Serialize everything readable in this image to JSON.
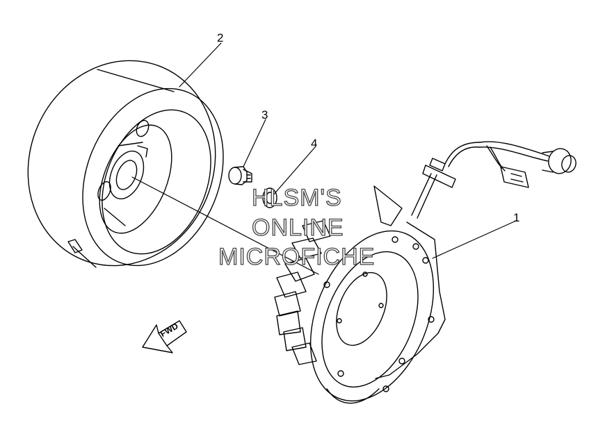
{
  "callouts": {
    "part_1": "1",
    "part_2": "2",
    "part_3": "3",
    "part_4": "4"
  },
  "fwd_label": "FWD",
  "watermark": {
    "line1": "HLSM'S",
    "line2": "ONLINE",
    "line3": "MICROFICHE"
  },
  "colors": {
    "line": "#000000",
    "background": "#ffffff",
    "watermark_outline": "#444444"
  }
}
